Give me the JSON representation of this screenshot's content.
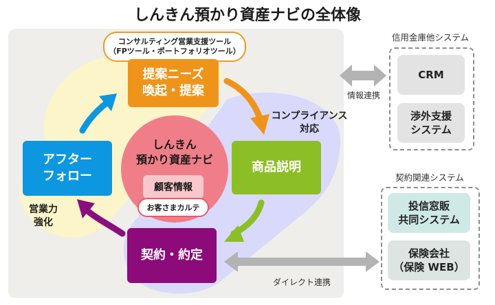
{
  "title": "しんきん預かり資産ナビの全体像",
  "tool_pill": {
    "line1": "コンサルティング営業支援ツール",
    "line2": "（FPツール・ポートフォリオツール）"
  },
  "steps": {
    "proposal": {
      "line1": "提案ニーズ",
      "line2": "喚起・提案"
    },
    "product": {
      "line1": "商品説明"
    },
    "contract": {
      "line1": "契約・約定"
    },
    "after": {
      "line1": "アフター",
      "line2": "フォロー"
    }
  },
  "center": {
    "line1": "しんきん",
    "line2": "預かり資産ナビ",
    "customer_info": "顧客情報",
    "karte": "お客さまカルテ"
  },
  "annotations": {
    "compliance_line1": "コンプライアンス",
    "compliance_line2": "対応",
    "sales_line1": "営業力",
    "sales_line2": "強化"
  },
  "links": {
    "info": "情報連携",
    "direct": "ダイレクト連携"
  },
  "system_groups": {
    "shinkin": {
      "label": "信用金庫他システム",
      "items": [
        {
          "line1": "CRM",
          "line2": ""
        },
        {
          "line1": "渉外支援",
          "line2": "システム"
        }
      ]
    },
    "contract": {
      "label": "契約関連システム",
      "items": [
        {
          "line1": "投信窓販",
          "line2": "共同システム"
        },
        {
          "line1": "保険会社",
          "line2": "（保険 WEB）"
        }
      ]
    }
  },
  "colors": {
    "proposal": "#ef941a",
    "product": "#8cbf26",
    "contract": "#8c0a7a",
    "after": "#0d97e0",
    "center": "#f07e88",
    "yellow_zone": "#fcf5c9",
    "lavender_zone": "#d8d8fb",
    "panel": "#efeeeb",
    "gray_arrow": "#b3b3b3"
  }
}
